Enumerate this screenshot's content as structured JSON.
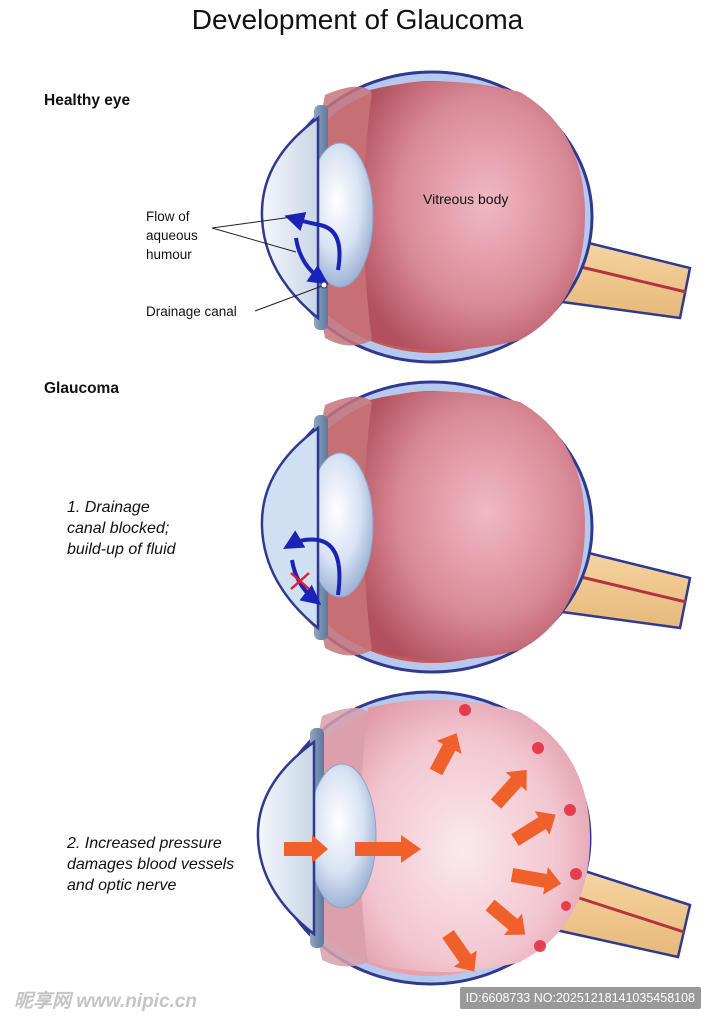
{
  "title": "Development of Glaucoma",
  "sections": {
    "healthy": {
      "heading": "Healthy eye",
      "labels": {
        "vitreous": "Vitreous body",
        "flow": "Flow of\naqueous\nhumour",
        "drainage": "Drainage canal"
      }
    },
    "glaucoma": {
      "heading": "Glaucoma",
      "step1": "1. Drainage\ncanal blocked;\nbuild-up of fluid"
    },
    "pressure": {
      "step2": "2. Increased pressure\ndamages blood vessels\nand optic nerve"
    }
  },
  "colors": {
    "sclera_outer": "#2f3a8f",
    "sclera_band": "#b7c8ee",
    "choroid": "#c65a5a",
    "vitreous": "#d98a94",
    "vitreous_swollen": "#f1c7cf",
    "lens": "#dbe6f5",
    "cornea": "#d9e4f0",
    "flow_arrow": "#1a22b8",
    "pressure_arrow": "#f0602a",
    "optic_nerve": "#f2c98f",
    "blocked_mark": "#e0202a",
    "damage_spot": "#e4283c"
  },
  "watermark": {
    "left": "昵享网 www.nipic.cn",
    "right": "ID:6608733 NO:20251218141035458108"
  }
}
